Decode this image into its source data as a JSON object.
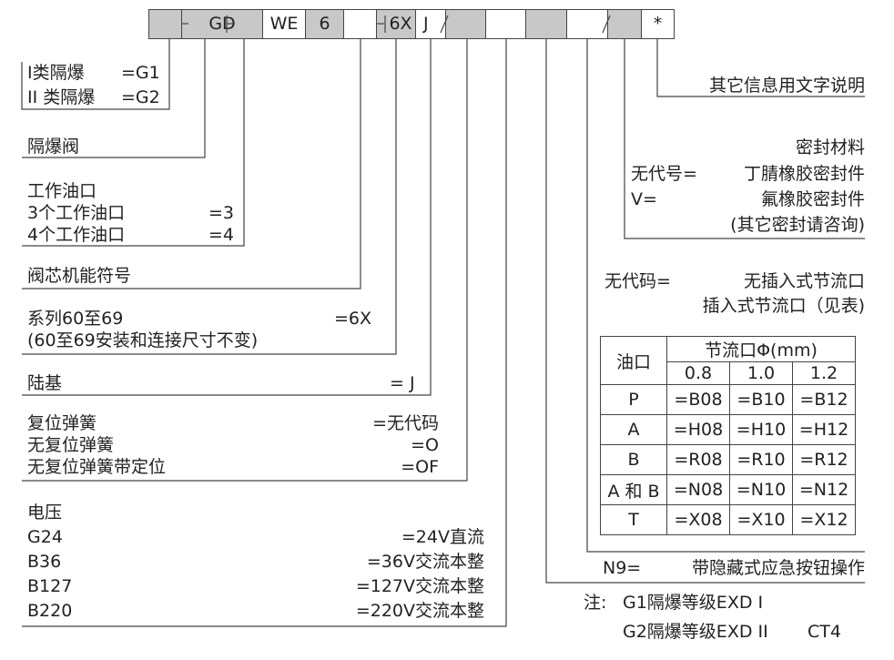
{
  "code_boxes": [
    "GD",
    "WE",
    "6",
    "6X",
    "J",
    "*"
  ],
  "groups": {
    "explosion_class": {
      "rows": [
        {
          "name": "I类隔爆",
          "code": "=G1"
        },
        {
          "name": "II 类隔爆",
          "code": "=G2"
        }
      ]
    },
    "explosion_valve": {
      "title": "隔爆阀"
    },
    "working_ports": {
      "title": "工作油口",
      "rows": [
        {
          "name": "3个工作油口",
          "code": "=3"
        },
        {
          "name": "4个工作油口",
          "code": "=4"
        }
      ]
    },
    "spool_symbol": {
      "title": "阀芯机能符号"
    },
    "series": {
      "line1": "系列60至69",
      "line2": "(60至69安装和连接尺寸不变)",
      "code": "=6X"
    },
    "base": {
      "name": "陆基",
      "code": "= J"
    },
    "spring": {
      "rows": [
        {
          "name": "复位弹簧",
          "code": "=无代码"
        },
        {
          "name": "无复位弹簧",
          "code": "=O"
        },
        {
          "name": "无复位弹簧带定位",
          "code": "=OF"
        }
      ]
    },
    "voltage": {
      "title": "电压",
      "rows": [
        {
          "name": "G24",
          "code": "=24V直流"
        },
        {
          "name": "B36",
          "code": "=36V交流本整"
        },
        {
          "name": "B127",
          "code": "=127V交流本整"
        },
        {
          "name": "B220",
          "code": "=220V交流本整"
        }
      ]
    },
    "other_info": {
      "title": "其它信息用文字说明"
    },
    "seal": {
      "title": "密封材料",
      "row1_code": "无代号=",
      "row1_text": "丁腈橡胶密封件",
      "row2_code": "V=",
      "row2_text": "氟橡胶密封件",
      "row3_text": "(其它密封请咨询)"
    },
    "throttle": {
      "row1_code": "无代码=",
      "row1_text": "无插入式节流口",
      "row2_text": "插入式节流口（见表)"
    },
    "manual": {
      "code": "N9=",
      "text": "带隐藏式应急按钮操作"
    }
  },
  "orifice_table": {
    "col_port": "油口",
    "col_group": "节流口Φ(mm)",
    "diameters": [
      "0.8",
      "1.0",
      "1.2"
    ],
    "rows": [
      {
        "port": "P",
        "values": [
          "=B08",
          "=B10",
          "=B12"
        ]
      },
      {
        "port": "A",
        "values": [
          "=H08",
          "=H10",
          "=H12"
        ]
      },
      {
        "port": "B",
        "values": [
          "=R08",
          "=R10",
          "=R12"
        ]
      },
      {
        "port": "A 和 B",
        "values": [
          "=N08",
          "=N10",
          "=N12"
        ]
      },
      {
        "port": "T",
        "values": [
          "=X08",
          "=X10",
          "=X12"
        ]
      }
    ]
  },
  "notes": {
    "label": "注:",
    "line1": "G1隔爆等级EXD Ⅰ",
    "line2_a": "G2隔爆等级EXD II",
    "line2_b": "CT4"
  },
  "colors": {
    "box_gray": "#c8c8c8",
    "line": "#444444"
  }
}
